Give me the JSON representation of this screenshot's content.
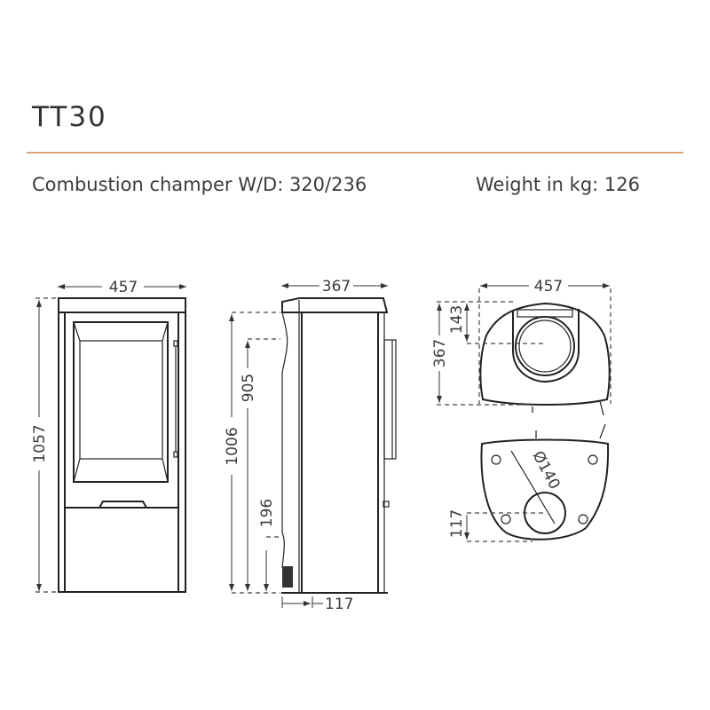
{
  "header": {
    "title": "TT30",
    "combustion_label": "Combustion champer W/D: 320/236",
    "weight_label": "Weight in kg: 126",
    "accent_color": "#d9a77f"
  },
  "front_view": {
    "width": "457",
    "height": "1057"
  },
  "side_view": {
    "depth": "367",
    "height_top": "1006",
    "height_rear_outlet": "905",
    "height_lower": "196",
    "rear_offset": "117"
  },
  "top_view": {
    "width": "457",
    "depth": "367",
    "flue_offset": "143"
  },
  "bottom_view": {
    "air_inlet_diameter": "Ø140",
    "air_inlet_offset": "117"
  }
}
